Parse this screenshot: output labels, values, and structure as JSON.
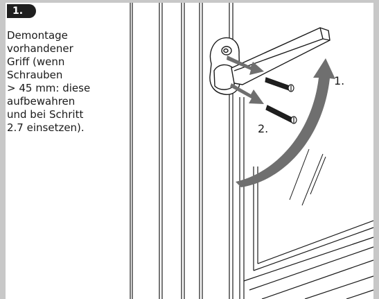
{
  "step": {
    "badge": "1.",
    "instruction": "Demontage\nvorhandener\nGriff (wenn\nSchrauben\n> 45 mm: diese\naufbewahren\nund bei Schritt\n2.7 einsetzen)."
  },
  "illustration": {
    "callouts": [
      "1.",
      "2."
    ],
    "arrow_color": "#6f6f6f",
    "line_color": "#1a1a1a"
  }
}
